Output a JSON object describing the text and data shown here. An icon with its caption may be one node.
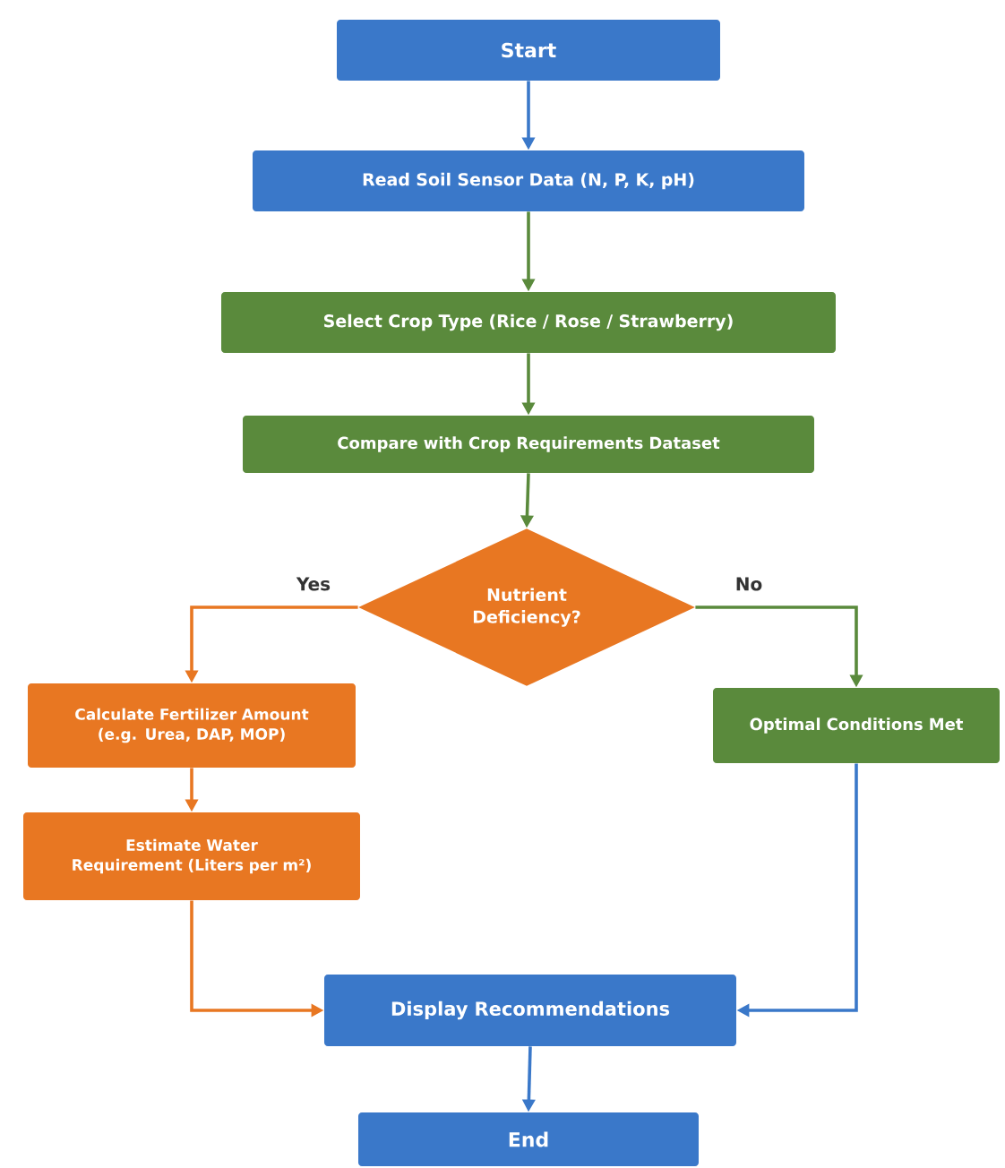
{
  "diagram": {
    "nodes": [
      {
        "text": [
          "Start"
        ]
      },
      {
        "text": [
          "Read Soil Sensor Data (N, P, K, pH)"
        ]
      },
      {
        "text": [
          "Select Crop Type (Rice / Rose / Strawberry)"
        ]
      },
      {
        "text": [
          "Compare with Crop Requirements Dataset"
        ]
      },
      {
        "text": [
          "Nutrient Deficiency?"
        ]
      },
      {
        "text": [
          "Calculate Fertilizer Amount (e.g. Urea, DAP, MOP)"
        ]
      },
      {
        "text": [
          "Estimate Water Requirement (Liters per m²)"
        ]
      },
      {
        "text": [
          "Optimal Conditions Met"
        ]
      },
      {
        "text": [
          "Display Recommendations"
        ]
      },
      {
        "text": [
          "End"
        ]
      }
    ],
    "edges": [
      {
        "from": 0,
        "to": 1,
        "arrow": "to",
        "color": "#3a78c9"
      },
      {
        "from": 1,
        "to": 2,
        "arrow": "to"
      },
      {
        "from": 2,
        "to": 3,
        "arrow": "to"
      },
      {
        "from": 3,
        "to": 4,
        "arrow": "to"
      },
      {
        "from": 4,
        "to": 5,
        "arrow": "to",
        "label": "Yes",
        "color": "#e87722"
      },
      {
        "from": 4,
        "to": 7,
        "arrow": "to",
        "label": "No"
      },
      {
        "from": 5,
        "to": 6,
        "arrow": "to",
        "color": "#e87722"
      },
      {
        "from": 6,
        "to": 8,
        "arrow": "to",
        "color": "#e87722"
      },
      {
        "from": 7,
        "to": 8,
        "arrow": "to",
        "color": "#3a78c9"
      },
      {
        "from": 8,
        "to": 9,
        "arrow": "to",
        "color": "#3a78c9"
      }
    ]
  }
}
